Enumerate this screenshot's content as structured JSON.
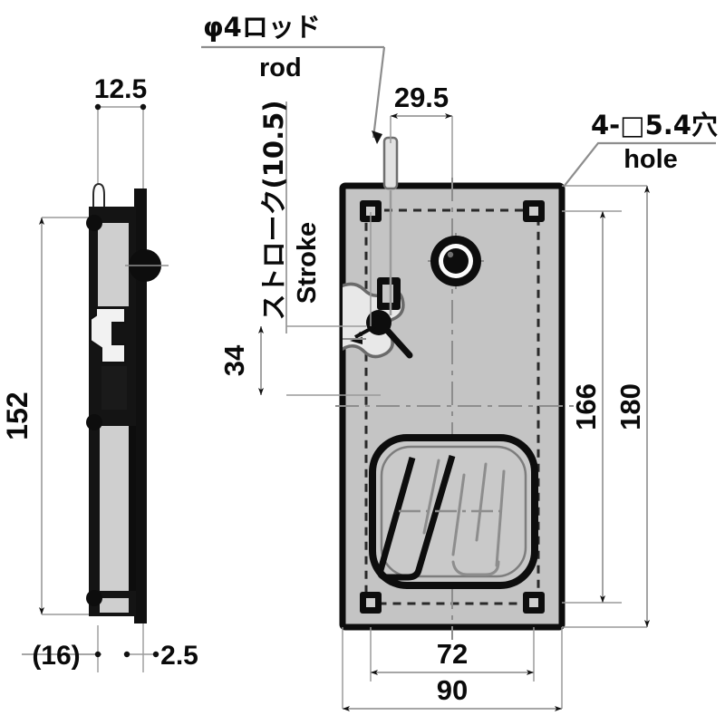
{
  "drawing": {
    "type": "mechanical-dimension-drawing",
    "subject": "flush pull sliding door lock plate",
    "units": "mm",
    "background_color": "#ffffff",
    "line_color": "#0a0a0a",
    "thin_line_color": "#9a9a9a",
    "plate_fill_color": "#c4c4c4",
    "recess_fill_color": "#c9c9c9"
  },
  "views": {
    "side": {
      "name": "side-view",
      "label": "",
      "dimensions": {
        "top_width": "12.5",
        "height": "152",
        "bottom_left": "(16)",
        "bottom_right": "2.5"
      }
    },
    "front": {
      "name": "front-view",
      "label": "",
      "dimensions": {
        "rod_offset": "29.5",
        "latch_height": "34",
        "hole_pitch_vertical": "166",
        "overall_height": "180",
        "hole_pitch_horizontal": "72",
        "overall_width": "90"
      }
    }
  },
  "callouts": [
    {
      "name": "rod-callout",
      "jp": "φ4ロッド",
      "en": "rod",
      "target": "rod protruding from top of plate"
    },
    {
      "name": "hole-callout",
      "jp": "4-□5.4穴",
      "en": "hole",
      "target": "four square mounting holes at plate corners"
    },
    {
      "name": "stroke-callout",
      "jp": "ストローク(10.5)",
      "en": "Stroke",
      "target": "latch travel distance",
      "orientation": "vertical"
    }
  ],
  "dimension_labels": {
    "d_12_5": "12.5",
    "d_152": "152",
    "d_16": "(16)",
    "d_2_5": "2.5",
    "d_29_5": "29.5",
    "d_34": "34",
    "d_166": "166",
    "d_180": "180",
    "d_72": "72",
    "d_90": "90"
  },
  "features": {
    "mounting_holes": {
      "name": "square-mounting-hole",
      "count": 4,
      "size": "5.4",
      "shape": "square"
    },
    "lock_cylinder": {
      "name": "lock-cylinder",
      "shape": "concentric-circles"
    },
    "handle_recess": {
      "name": "handle-recess",
      "shape": "rounded-rectangle"
    },
    "latch": {
      "name": "latch-mechanism",
      "position": "left edge, upper-middle"
    },
    "rod": {
      "name": "rod",
      "diameter": "4"
    }
  }
}
